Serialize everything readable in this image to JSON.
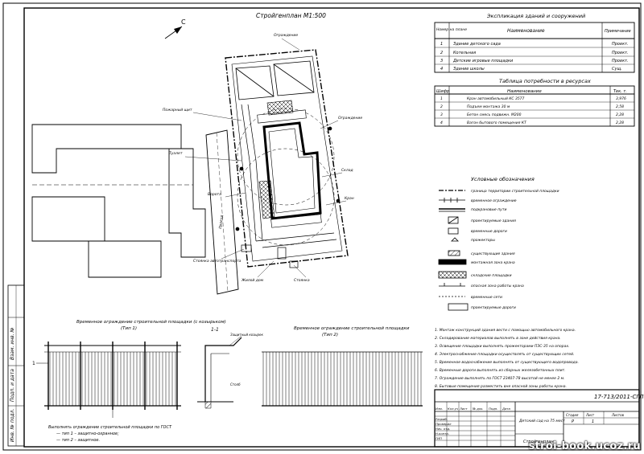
{
  "site_plan": {
    "title": "Стройгенплан М1:500",
    "north": "С",
    "labels": {
      "house": "Жилой дом",
      "parking": "Стоянка",
      "gate": "Ворота",
      "crane": "Кран",
      "toilet": "Туалет",
      "shield": "Пожарный щит",
      "storage": "Склад",
      "fence": "Ограждение",
      "road": "Проезд",
      "vehicles": "Стоянка автотранспорта"
    }
  },
  "buildings_table": {
    "title": "Экспликация зданий и сооружений",
    "headers": [
      "Номер на плане",
      "Наименование",
      "Примечание"
    ],
    "rows": [
      [
        "1",
        "Здание детского сада",
        "Проект."
      ],
      [
        "2",
        "Котельная",
        "Проект."
      ],
      [
        "3",
        "Детские игровые площадки",
        "Проект."
      ],
      [
        "4",
        "Здание школы",
        "Сущ."
      ]
    ]
  },
  "resources_table": {
    "title": "Таблица потребности в ресурсах",
    "headers": [
      "Шифр",
      "Наименование",
      "Тек. т."
    ],
    "rows": [
      [
        "1",
        "Кран автомобильный КС 3577",
        "3,976"
      ],
      [
        "2",
        "Подъем монтажа 30 м",
        "2,58"
      ],
      [
        "3",
        "Бетон смесь подвижн. М200",
        "2,28"
      ],
      [
        "4",
        "Вагон бытового помещения КТ",
        "2,28"
      ]
    ]
  },
  "legend": {
    "title": "Условные обозначения",
    "items": [
      "граница территории строительной площадки",
      "временное ограждение",
      "подкрановые пути",
      "проектируемые здания",
      "временные дороги",
      "прожекторы",
      "существующие здания",
      "монтажная зона крана",
      "складские площадки",
      "опасная зона работы крана",
      "временные сети",
      "проектируемые дороги"
    ]
  },
  "fence_elevation": {
    "title": "Временное ограждение строительной площадки (с козырьком)",
    "subtitle": "(Тип 1)",
    "notes": [
      "Выполнять ограждение строительной площадки по ГОСТ",
      "— тип 1 – защитно-охранное;",
      "— тип 2 – защитное."
    ]
  },
  "section": {
    "title": "1-1",
    "labels": [
      "Защитный козырек",
      "Столб"
    ]
  },
  "fence_type2": {
    "title": "Временное ограждение строительной площадки",
    "subtitle": "(Тип 2)"
  },
  "notes": [
    "1. Монтаж конструкций здания вести с помощью автомобильного крана.",
    "2. Складирование материалов выполнять в зоне действия крана.",
    "3. Освещение площадки выполнять прожекторами ПЗС-35 на опорах.",
    "4. Электроснабжение площадки осуществлять от существующих сетей.",
    "5. Временное водоснабжение выполнять от существующего водопровода.",
    "6. Временные дороги выполнять из сборных железобетонных плит.",
    "7. Ограждение выполнять по ГОСТ 23407-78 высотой не менее 2 м.",
    "8. Бытовые помещения разместить вне опасной зоны работы крана."
  ],
  "title_block": {
    "code": "17-713/2011-СГП",
    "object": "Детский сад на 75 мест",
    "sheet_name": "Стройгенплан",
    "stage_label": "Стадия",
    "stage": "Р",
    "sheet_label": "Лист",
    "sheet": "1",
    "sheets_label": "Листов",
    "cols": [
      "Изм.",
      "Кол.уч",
      "Лист",
      "№ док.",
      "Подп.",
      "Дата"
    ],
    "roles": [
      "Разраб.",
      "Проверил",
      "Нач. отд.",
      "Н.контр.",
      "ГИП"
    ]
  },
  "side_stamp": [
    "Взам. инв. №",
    "Подп. и дата",
    "Инв. № подл."
  ],
  "watermark": "stroi-book.ucoz.ru"
}
